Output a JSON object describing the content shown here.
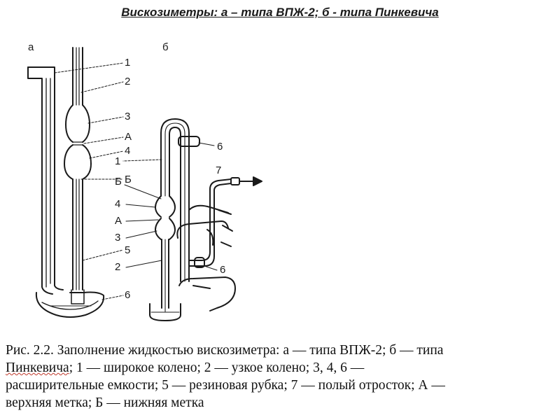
{
  "title": "Вискозиметры: а – типа ВПЖ-2; б  - типа Пинкевича",
  "diagram_a": {
    "panel_label": "а",
    "labels": [
      "1",
      "2",
      "3",
      "А",
      "4",
      "Б",
      "5",
      "6"
    ]
  },
  "diagram_b": {
    "panel_label": "б",
    "labels": [
      "6",
      "1",
      "7",
      "Б",
      "4",
      "А",
      "3",
      "2",
      "6"
    ]
  },
  "caption": {
    "line1": "Рис. 2.2. Заполнение жидкостью вискозиметра: а — типа ВПЖ-2; б — типа",
    "line2_underlined": "Пинкевича",
    "line2_rest": "; 1 — широкое колено; 2 — узкое колено; 3, 4, 6 —",
    "line3": "расширительные емкости; 5 — резиновая рубка; 7 — полый отросток; А —",
    "line4": "верхняя метка; Б — нижняя метка"
  }
}
